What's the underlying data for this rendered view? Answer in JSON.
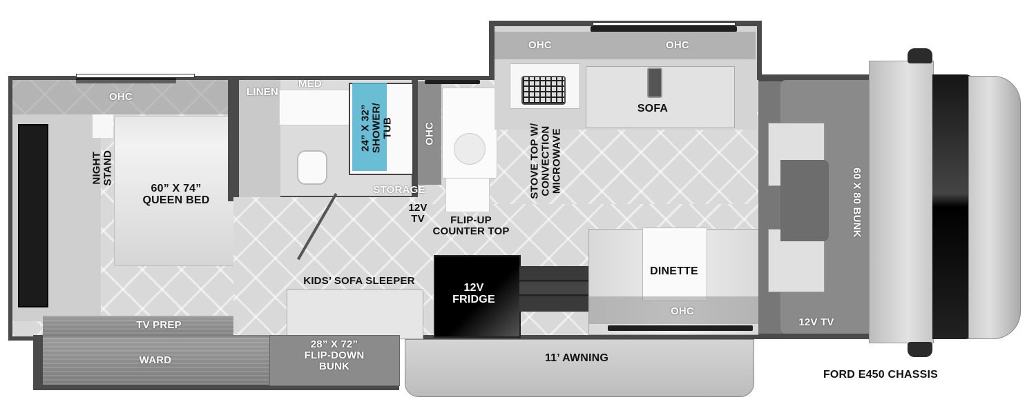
{
  "floorplan": {
    "chassis_label": "FORD E450 CHASSIS",
    "bedroom": {
      "ohc": "OHC",
      "night_stand": [
        "NIGHT",
        "STAND"
      ],
      "bed": [
        "60” X 74”",
        "QUEEN BED"
      ],
      "tv_prep": "TV PREP",
      "ward": "WARD"
    },
    "bath": {
      "linen": "LINEN",
      "med": "MED",
      "shower": [
        "24” X 32”",
        "SHOWER/",
        "TUB"
      ],
      "shower_color": "#5fb8d0"
    },
    "galley": {
      "ohc_vertical": "OHC",
      "storage": "STORAGE",
      "tv": [
        "12V",
        "TV"
      ],
      "counter": [
        "FLIP-UP",
        "COUNTER TOP"
      ],
      "stove": [
        "STOVE TOP W/",
        "CONVECTION",
        "MICROWAVE"
      ],
      "fridge": [
        "12V",
        "FRIDGE"
      ]
    },
    "slide": {
      "ohc_left": "OHC",
      "ohc_right": "OHC",
      "sofa": "SOFA"
    },
    "kids": {
      "sofa_sleeper": "KIDS’ SOFA SLEEPER",
      "bunk": [
        "28” X 72”",
        "FLIP-DOWN",
        "BUNK"
      ]
    },
    "dinette": {
      "label": "DINETTE",
      "ohc": "OHC"
    },
    "awning": "11’ AWNING",
    "cab": {
      "bunk": "60 X 80 BUNK",
      "tv": "12V TV"
    }
  }
}
